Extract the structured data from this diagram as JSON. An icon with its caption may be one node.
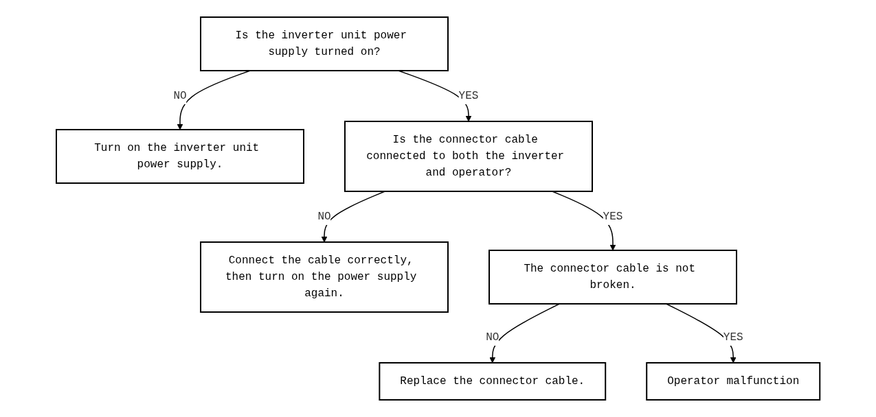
{
  "diagram": {
    "nodes": [
      {
        "text": [
          "Is the inverter unit power supply turned on?"
        ]
      },
      {
        "text": [
          "Turn on the inverter unit power supply."
        ]
      },
      {
        "text": [
          "Is the connector cable connected to both the inverter and operator?"
        ]
      },
      {
        "text": [
          "Connect the cable correctly, then turn on the power supply again."
        ]
      },
      {
        "text": [
          "The connector cable is not broken."
        ]
      },
      {
        "text": [
          "Replace the connector cable."
        ]
      },
      {
        "text": [
          "Operator malfunction"
        ]
      }
    ],
    "edges": [
      {
        "from": 0,
        "to": 1,
        "arrow": "to",
        "label": "NO"
      },
      {
        "from": 0,
        "to": 2,
        "arrow": "to",
        "label": "YES"
      },
      {
        "from": 2,
        "to": 3,
        "arrow": "to",
        "label": "NO"
      },
      {
        "from": 2,
        "to": 4,
        "arrow": "to",
        "label": "YES"
      },
      {
        "from": 4,
        "to": 5,
        "arrow": "to",
        "label": "NO"
      },
      {
        "from": 4,
        "to": 6,
        "arrow": "to",
        "label": "YES"
      }
    ]
  }
}
